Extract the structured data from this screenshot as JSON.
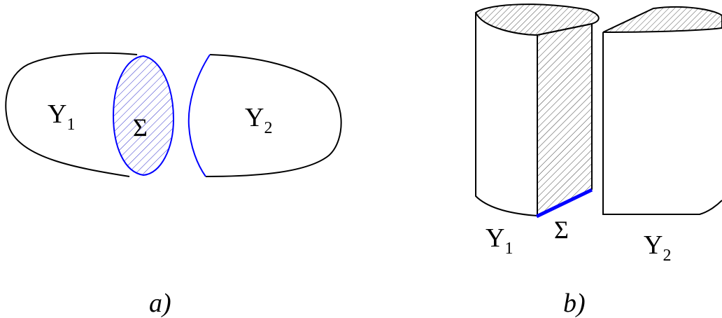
{
  "panel_a": {
    "left_label": "Y",
    "left_sub": "1",
    "center_label": "Σ",
    "right_label": "Y",
    "right_sub": "2",
    "caption": "a)"
  },
  "panel_b": {
    "left_label": "Y",
    "left_sub": "1",
    "center_label": "Σ",
    "right_label": "Y",
    "right_sub": "2",
    "caption": "b)"
  },
  "colors": {
    "outline": "#000000",
    "interface": "#0000ff"
  }
}
